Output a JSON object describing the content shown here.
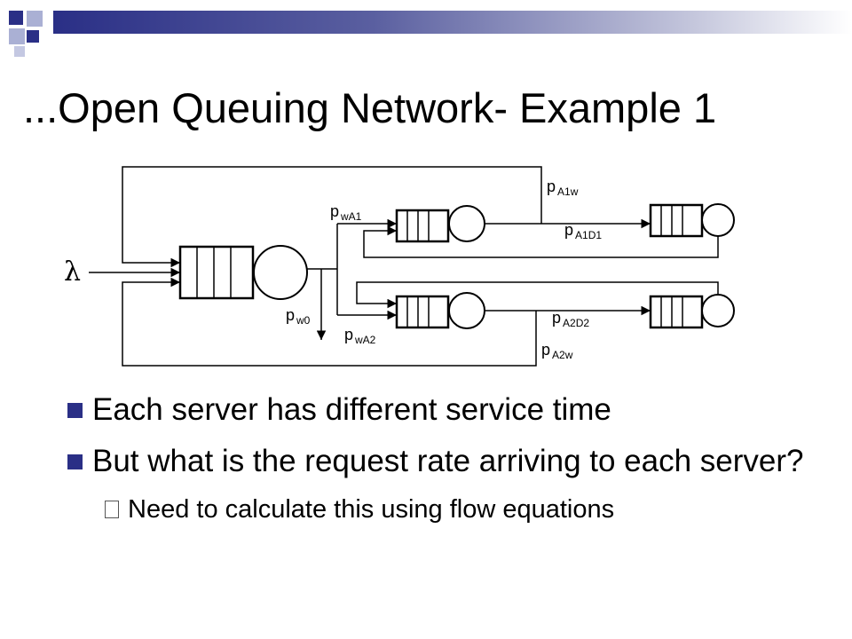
{
  "slide": {
    "title": "...Open Queuing Network- Example 1"
  },
  "diagram": {
    "arrival_label": "λ",
    "labels": {
      "p_A1w": {
        "main": "p",
        "sub": "A1w"
      },
      "p_wA1": {
        "main": "p",
        "sub": "wA1"
      },
      "p_A1D1": {
        "main": "p",
        "sub": "A1D1"
      },
      "p_w0": {
        "main": "p",
        "sub": "w0"
      },
      "p_wA2": {
        "main": "p",
        "sub": "wA2"
      },
      "p_A2D2": {
        "main": "p",
        "sub": "A2D2"
      },
      "p_A2w": {
        "main": "p",
        "sub": "A2w"
      }
    }
  },
  "bullets": [
    {
      "text": "Each server has different service time"
    },
    {
      "text": "But what is the request rate arriving to each server?"
    }
  ],
  "sub_bullets": [
    {
      "text": "Need to calculate this using flow equations"
    }
  ],
  "colors": {
    "accent": "#2a2f86",
    "accent_light": "#8f93c2",
    "line": "#000000"
  }
}
